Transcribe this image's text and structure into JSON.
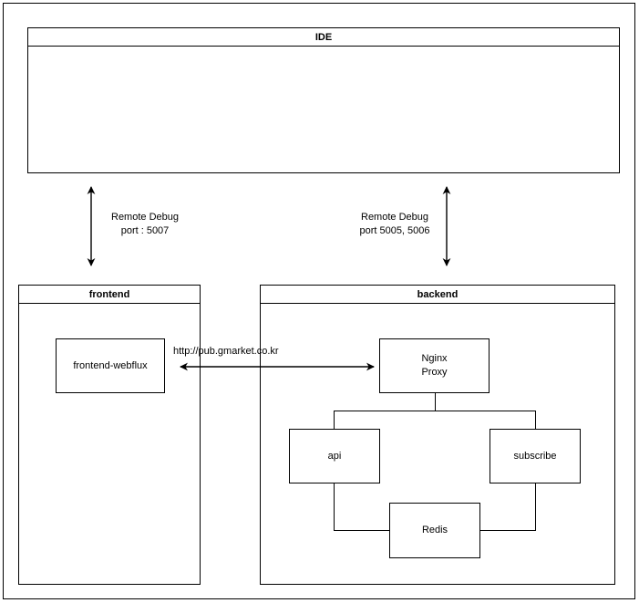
{
  "diagram": {
    "type": "architecture-block-diagram",
    "background": "#ffffff",
    "stroke_color": "#000000",
    "containers": {
      "ide": {
        "title": "IDE"
      },
      "frontend": {
        "title": "frontend"
      },
      "backend": {
        "title": "backend"
      }
    },
    "nodes": {
      "frontend_webflux": {
        "label": "frontend-webflux"
      },
      "nginx_proxy": {
        "label": "Nginx\nProxy"
      },
      "api": {
        "label": "api"
      },
      "subscribe": {
        "label": "subscribe"
      },
      "redis": {
        "label": "Redis"
      }
    },
    "edge_labels": {
      "remote_debug_frontend": "Remote Debug\nport : 5007",
      "remote_debug_backend": "Remote Debug\nport 5005, 5006",
      "public_url": "http://pub.gmarket.co.kr"
    }
  }
}
